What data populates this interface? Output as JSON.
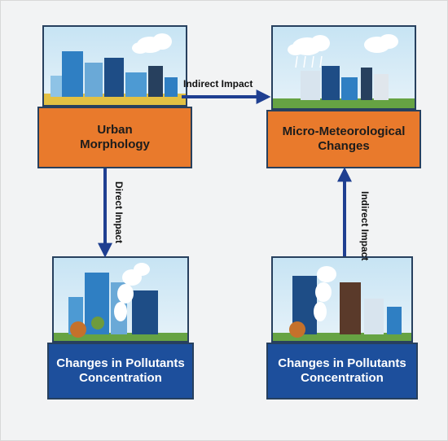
{
  "nodes": {
    "urban_morphology": "Urban\nMorphology",
    "micro_meteorological": "Micro-Meteorological\nChanges",
    "pollutants_left": "Changes in Pollutants\nConcentration",
    "pollutants_right": "Changes in Pollutants\nConcentration"
  },
  "edges": {
    "indirect_top": "Indirect Impact",
    "direct_left": "Direct Impact",
    "indirect_right": "Indirect Impact"
  },
  "colors": {
    "orange": "#e97a2c",
    "navy": "#1d4f9c",
    "arrow": "#1f3f91",
    "sky": "#c7e4f4"
  }
}
